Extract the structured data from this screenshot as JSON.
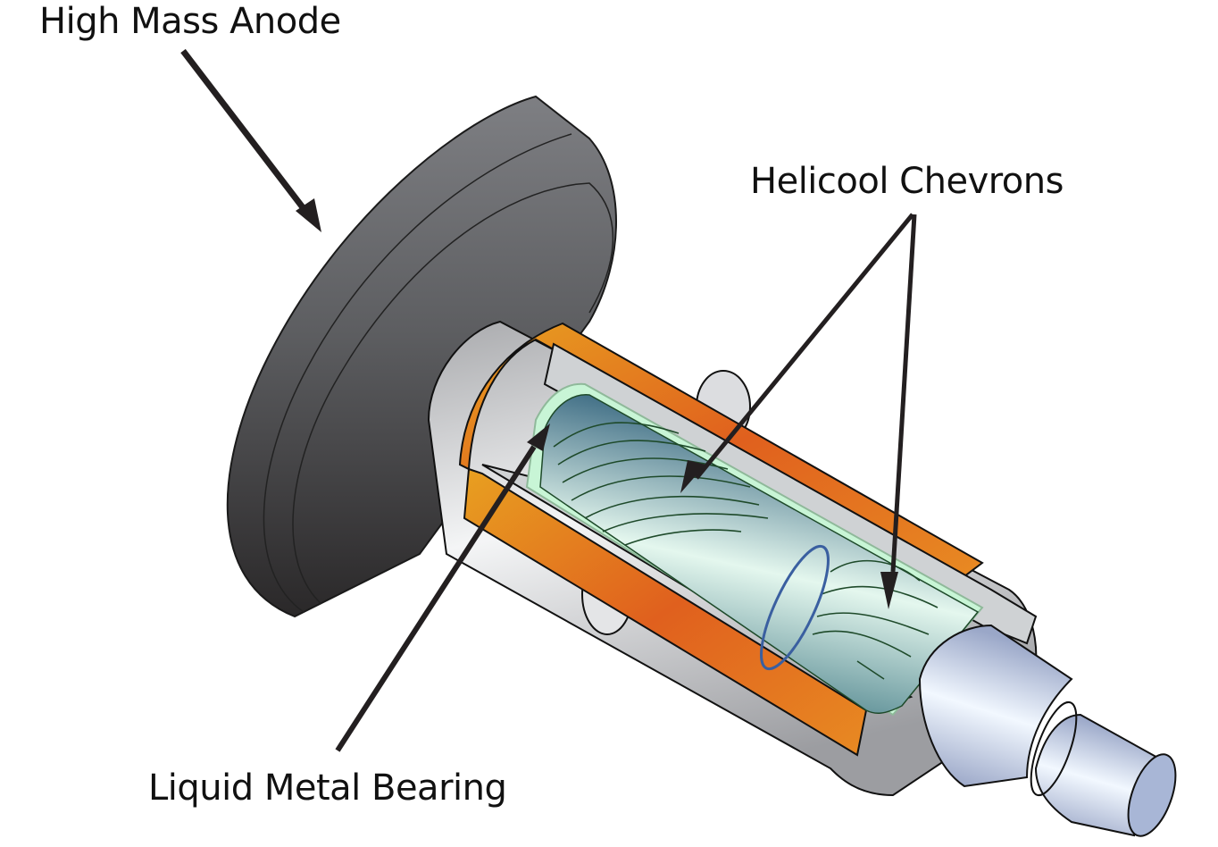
{
  "diagram": {
    "subject": "X-ray tube rotating anode assembly (cutaway)",
    "labels": {
      "anode": "High Mass Anode",
      "chevrons": "Helicool Chevrons",
      "bearing": "Liquid Metal Bearing"
    },
    "callouts": [
      {
        "label_ref": "anode",
        "points_to": "anode disc",
        "arrows": 1
      },
      {
        "label_ref": "chevrons",
        "points_to": "grooved bearing shaft (two chevron sets)",
        "arrows": 2
      },
      {
        "label_ref": "bearing",
        "points_to": "liquid metal gap between shaft and sleeve",
        "arrows": 1
      }
    ],
    "colors": {
      "anode": "#5a5b5e",
      "sleeve_orange": "#e0641e",
      "sleeve_gold": "#e8a020",
      "housing_gray": "#cfd2d4",
      "shaft_teal": "#2f6f82",
      "liquid_metal": "#c8f5d6",
      "chevron_line": "#1e4a2a",
      "end_shaft": "#b8c6e0",
      "arrow": "#231f20"
    }
  }
}
